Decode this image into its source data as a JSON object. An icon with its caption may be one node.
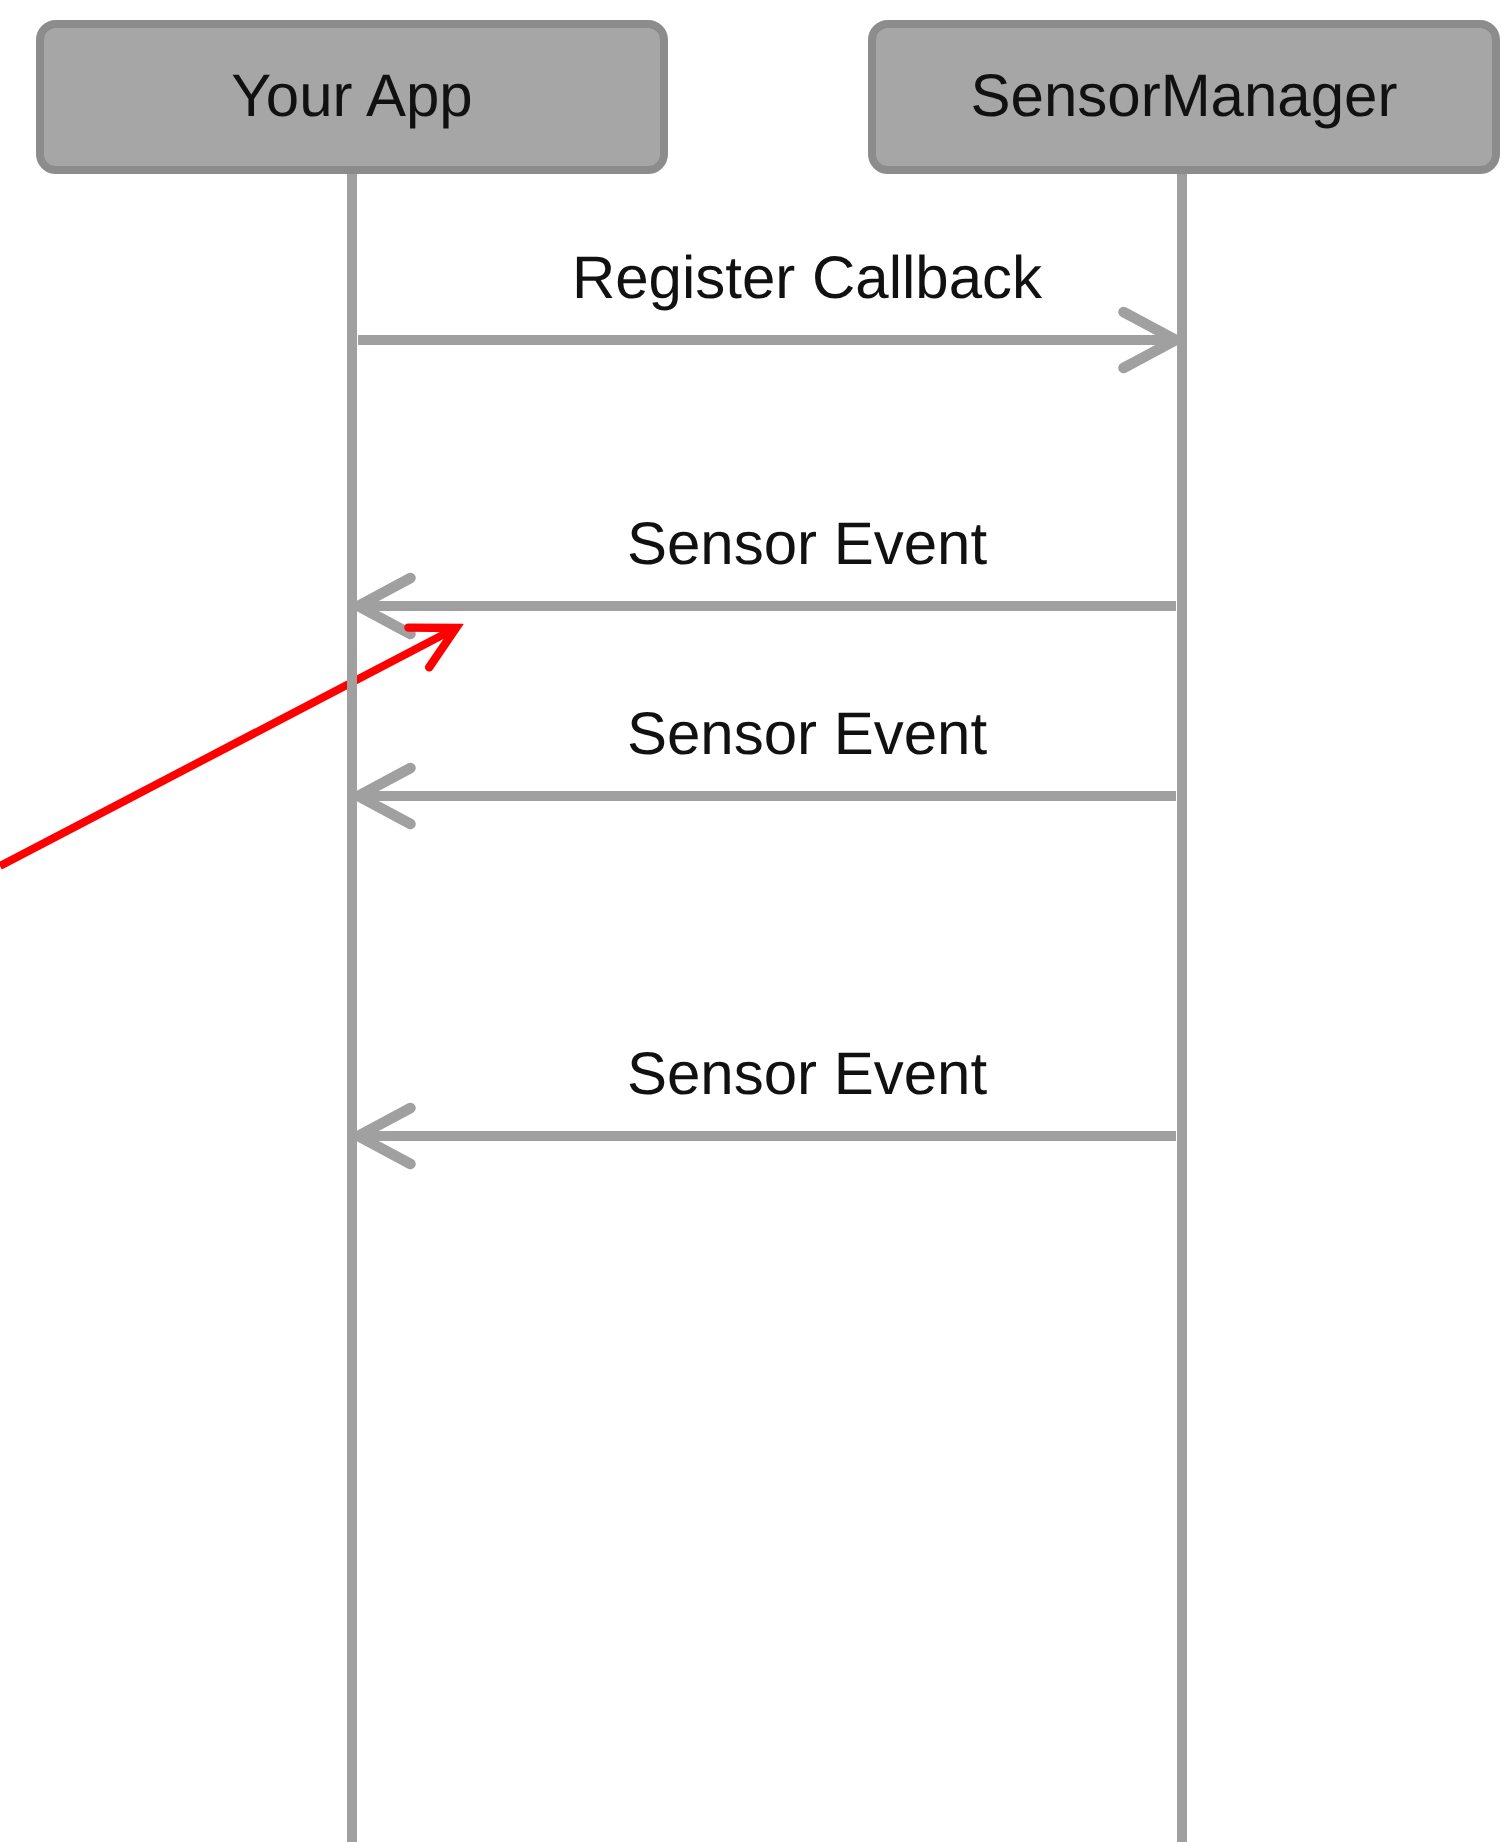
{
  "diagram": {
    "nodes": [
      {
        "text": [
          "Your App"
        ]
      },
      {
        "text": [
          "SensorManager"
        ]
      }
    ],
    "edges": [
      {
        "from": 0,
        "to": 1,
        "arrow": "to",
        "label": "Register Callback"
      },
      {
        "from": 1,
        "to": 0,
        "arrow": "to",
        "label": "Sensor Event"
      },
      {
        "from": 1,
        "to": 0,
        "arrow": "to",
        "label": "Sensor Event"
      },
      {
        "from": 1,
        "to": 0,
        "arrow": "to",
        "label": "Sensor Event"
      }
    ]
  }
}
